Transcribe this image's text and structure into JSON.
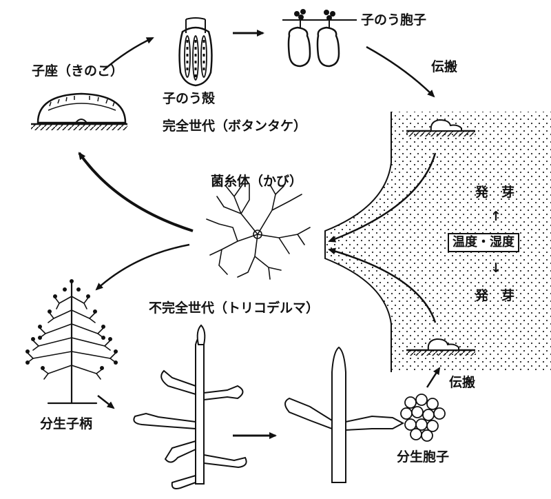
{
  "labels": {
    "stroma": "子座（きのこ）",
    "ascus": "子のう殻",
    "perfect_stage": "完全世代（ボタンタケ）",
    "ascospore": "子のう胞子",
    "dispersal_top": "伝搬",
    "mycelium": "菌糸体（かび）",
    "germination_top": "発　芽",
    "temp_humidity": "温度・湿度",
    "germination_bottom": "発　芽",
    "imperfect_stage": "不完全世代（トリコデルマ）",
    "conidiophore": "分生子柄",
    "dispersal_bottom": "伝搬",
    "conidium": "分生胞子"
  },
  "symbols": {
    "arrow_up": "↑",
    "arrow_down": "↓"
  }
}
